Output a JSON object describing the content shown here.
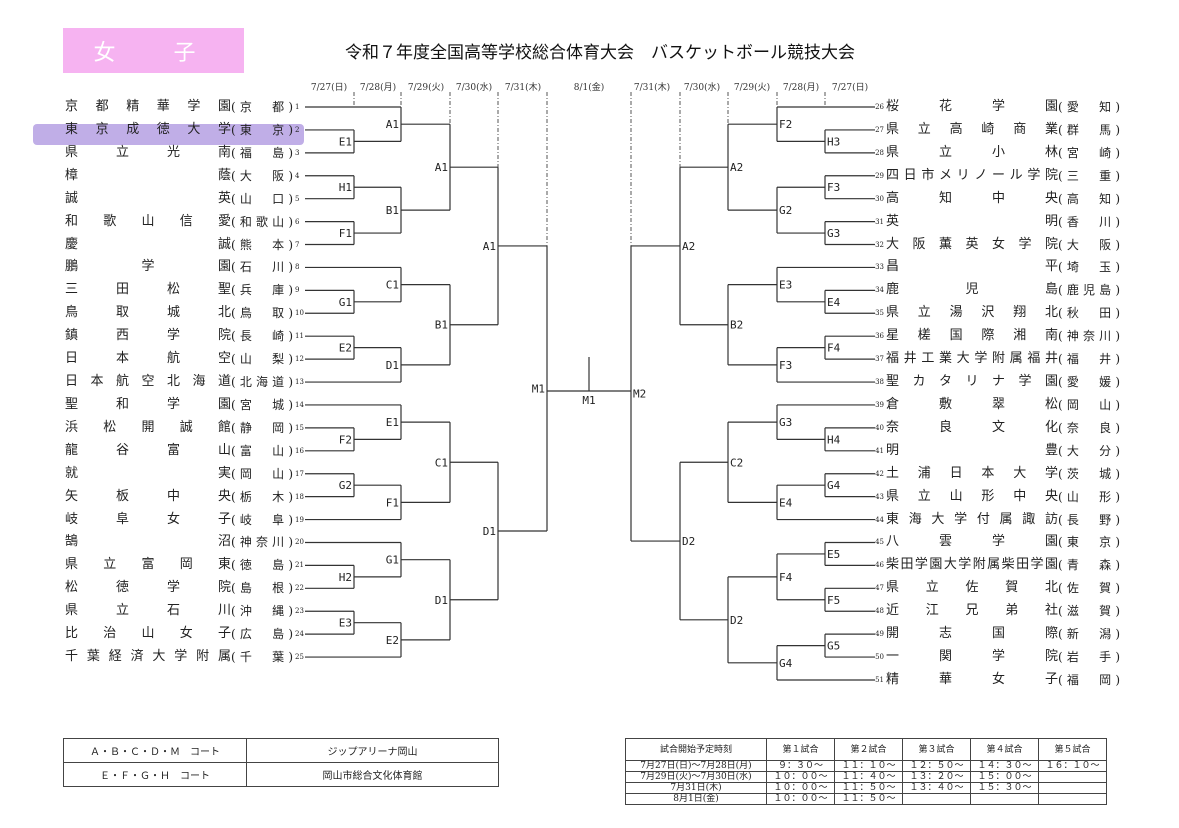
{
  "header": {
    "gender": "女　子",
    "title": "令和７年度全国高等学校総合体育大会　バスケットボール競技大会"
  },
  "dates_left": [
    "7/27(日)",
    "7/28(月)",
    "7/29(火)",
    "7/30(水)",
    "7/31(木)"
  ],
  "date_final": "8/1(金)",
  "dates_right": [
    "7/31(木)",
    "7/30(水)",
    "7/29(火)",
    "7/28(月)",
    "7/27(日)"
  ],
  "highlighted_team": 2,
  "teams_left": [
    {
      "no": "1",
      "name": "京都精華学園",
      "pref": "京　都"
    },
    {
      "no": "2",
      "name": "東京成徳大学",
      "pref": "東　京"
    },
    {
      "no": "3",
      "name": "県立光南",
      "pref": "福　島"
    },
    {
      "no": "4",
      "name": "樟　　　　　蔭",
      "pref": "大　阪"
    },
    {
      "no": "5",
      "name": "誠　　　　　英",
      "pref": "山　口"
    },
    {
      "no": "6",
      "name": "和歌山信愛",
      "pref": "和歌山"
    },
    {
      "no": "7",
      "name": "慶　　　　　誠",
      "pref": "熊　本"
    },
    {
      "no": "8",
      "name": "鵬　学　園",
      "pref": "石　川"
    },
    {
      "no": "9",
      "name": "三田松聖",
      "pref": "兵　庫"
    },
    {
      "no": "10",
      "name": "鳥取城北",
      "pref": "鳥　取"
    },
    {
      "no": "11",
      "name": "鎮西学院",
      "pref": "長　崎"
    },
    {
      "no": "12",
      "name": "日本航空",
      "pref": "山　梨"
    },
    {
      "no": "13",
      "name": "日本航空北海道",
      "pref": "北海道"
    },
    {
      "no": "14",
      "name": "聖和学園",
      "pref": "宮　城"
    },
    {
      "no": "15",
      "name": "浜松開誠館",
      "pref": "静　岡"
    },
    {
      "no": "16",
      "name": "龍谷富山",
      "pref": "富　山"
    },
    {
      "no": "17",
      "name": "就　　　　　実",
      "pref": "岡　山"
    },
    {
      "no": "18",
      "name": "矢板中央",
      "pref": "栃　木"
    },
    {
      "no": "19",
      "name": "岐阜女子",
      "pref": "岐　阜"
    },
    {
      "no": "20",
      "name": "鵠　　　　　沼",
      "pref": "神奈川"
    },
    {
      "no": "21",
      "name": "県立富岡東",
      "pref": "徳　島"
    },
    {
      "no": "22",
      "name": "松徳学院",
      "pref": "島　根"
    },
    {
      "no": "23",
      "name": "県立石川",
      "pref": "沖　縄"
    },
    {
      "no": "24",
      "name": "比治山女子",
      "pref": "広　島"
    },
    {
      "no": "25",
      "name": "千葉経済大学附属",
      "pref": "千　葉"
    }
  ],
  "teams_right": [
    {
      "no": "26",
      "name": "桜花学園",
      "pref": "愛　知"
    },
    {
      "no": "27",
      "name": "県立高崎商業",
      "pref": "群　馬"
    },
    {
      "no": "28",
      "name": "県立小林",
      "pref": "宮　崎"
    },
    {
      "no": "29",
      "name": "四日市メリノール学院",
      "pref": "三　重"
    },
    {
      "no": "30",
      "name": "高知中央",
      "pref": "高　知"
    },
    {
      "no": "31",
      "name": "英　　　　　明",
      "pref": "香　川"
    },
    {
      "no": "32",
      "name": "大阪薫英女学院",
      "pref": "大　阪"
    },
    {
      "no": "33",
      "name": "昌　　　　　平",
      "pref": "埼　玉"
    },
    {
      "no": "34",
      "name": "鹿　児　島",
      "pref": "鹿児島"
    },
    {
      "no": "35",
      "name": "県立湯沢翔北",
      "pref": "秋　田"
    },
    {
      "no": "36",
      "name": "星槎国際湘南",
      "pref": "神奈川"
    },
    {
      "no": "37",
      "name": "福井工業大学附属福井",
      "pref": "福　井"
    },
    {
      "no": "38",
      "name": "聖カタリナ学園",
      "pref": "愛　媛"
    },
    {
      "no": "39",
      "name": "倉敷翠松",
      "pref": "岡　山"
    },
    {
      "no": "40",
      "name": "奈良文化",
      "pref": "奈　良"
    },
    {
      "no": "41",
      "name": "明　　　　　豊",
      "pref": "大　分"
    },
    {
      "no": "42",
      "name": "土浦日本大学",
      "pref": "茨　城"
    },
    {
      "no": "43",
      "name": "県立山形中央",
      "pref": "山　形"
    },
    {
      "no": "44",
      "name": "東海大学付属諏訪",
      "pref": "長　野"
    },
    {
      "no": "45",
      "name": "八雲学園",
      "pref": "東　京"
    },
    {
      "no": "46",
      "name": "柴田学園大学附属柴田学園",
      "pref": "青　森"
    },
    {
      "no": "47",
      "name": "県立佐賀北",
      "pref": "佐　賀"
    },
    {
      "no": "48",
      "name": "近江兄弟社",
      "pref": "滋　賀"
    },
    {
      "no": "49",
      "name": "開志国際",
      "pref": "新　潟"
    },
    {
      "no": "50",
      "name": "一関学院",
      "pref": "岩　手"
    },
    {
      "no": "51",
      "name": "精華女子",
      "pref": "福　岡"
    }
  ],
  "bracket_left": {
    "m": "M1",
    "c": [
      {
        "m": "A1",
        "c": [
          {
            "m": "A1",
            "c": [
              {
                "m": "A1",
                "c": [
                  1,
                  {
                    "m": "E1",
                    "c": [
                      2,
                      3
                    ]
                  }
                ]
              },
              {
                "m": "B1",
                "c": [
                  {
                    "m": "H1",
                    "c": [
                      4,
                      5
                    ]
                  },
                  {
                    "m": "F1",
                    "c": [
                      6,
                      7
                    ]
                  }
                ]
              }
            ]
          },
          {
            "m": "B1",
            "c": [
              {
                "m": "C1",
                "c": [
                  8,
                  {
                    "m": "G1",
                    "c": [
                      9,
                      10
                    ]
                  }
                ]
              },
              {
                "m": "D1",
                "c": [
                  {
                    "m": "E2",
                    "c": [
                      11,
                      12
                    ]
                  },
                  13
                ]
              }
            ]
          }
        ]
      },
      {
        "m": "D1",
        "c": [
          {
            "m": "C1",
            "c": [
              {
                "m": "E1",
                "c": [
                  14,
                  {
                    "m": "F2",
                    "c": [
                      15,
                      16
                    ]
                  }
                ]
              },
              {
                "m": "F1",
                "c": [
                  {
                    "m": "G2",
                    "c": [
                      17,
                      18
                    ]
                  },
                  19
                ]
              }
            ]
          },
          {
            "m": "D1",
            "c": [
              {
                "m": "G1",
                "c": [
                  20,
                  {
                    "m": "H2",
                    "c": [
                      21,
                      22
                    ]
                  }
                ]
              },
              {
                "m": "E2",
                "c": [
                  {
                    "m": "E3",
                    "c": [
                      23,
                      24
                    ]
                  },
                  25
                ]
              }
            ]
          }
        ]
      }
    ]
  },
  "bracket_right": {
    "m": "M2",
    "c": [
      {
        "m": "A2",
        "c": [
          {
            "m": "A2",
            "c": [
              {
                "m": "F2",
                "c": [
                  26,
                  {
                    "m": "H3",
                    "c": [
                      27,
                      28
                    ]
                  }
                ]
              },
              {
                "m": "G2",
                "c": [
                  {
                    "m": "F3",
                    "c": [
                      29,
                      30
                    ]
                  },
                  {
                    "m": "G3",
                    "c": [
                      31,
                      32
                    ]
                  }
                ]
              }
            ]
          },
          {
            "m": "B2",
            "c": [
              {
                "m": "E3",
                "c": [
                  33,
                  {
                    "m": "E4",
                    "c": [
                      34,
                      35
                    ]
                  }
                ]
              },
              {
                "m": "F3",
                "c": [
                  {
                    "m": "F4",
                    "c": [
                      36,
                      37
                    ]
                  },
                  38
                ]
              }
            ]
          }
        ]
      },
      {
        "m": "D2",
        "c": [
          {
            "m": "C2",
            "c": [
              {
                "m": "G3",
                "c": [
                  39,
                  {
                    "m": "H4",
                    "c": [
                      40,
                      41
                    ]
                  }
                ]
              },
              {
                "m": "E4",
                "c": [
                  {
                    "m": "G4",
                    "c": [
                      42,
                      43
                    ]
                  },
                  44
                ]
              }
            ]
          },
          {
            "m": "D2",
            "c": [
              {
                "m": "F4",
                "c": [
                  {
                    "m": "E5",
                    "c": [
                      45,
                      46
                    ]
                  },
                  {
                    "m": "F5",
                    "c": [
                      47,
                      48
                    ]
                  }
                ]
              },
              {
                "m": "G4",
                "c": [
                  {
                    "m": "G5",
                    "c": [
                      49,
                      50
                    ]
                  },
                  51
                ]
              }
            ]
          }
        ]
      }
    ]
  },
  "final_label": "M1",
  "courts": [
    {
      "courts": "Ａ・Ｂ・Ｃ・Ｄ・Ｍ　コート",
      "venue": "ジップアリーナ岡山"
    },
    {
      "courts": "Ｅ・Ｆ・Ｇ・Ｈ　コート",
      "venue": "岡山市総合文化体育館"
    }
  ],
  "schedule": {
    "header": [
      "試合開始予定時刻",
      "第１試合",
      "第２試合",
      "第３試合",
      "第４試合",
      "第５試合"
    ],
    "rows": [
      [
        "7月27日(日)～7月28日(月)",
        "９：３０～",
        "１１：１０～",
        "１２：５０～",
        "１４：３０～",
        "１６：１０～"
      ],
      [
        "7月29日(火)～7月30日(水)",
        "１０：００～",
        "１１：４０～",
        "１３：２０～",
        "１５：００～",
        ""
      ],
      [
        "7月31日(木)",
        "１０：００～",
        "１１：５０～",
        "１３：４０～",
        "１５：３０～",
        ""
      ],
      [
        "8月1日(金)",
        "１０：００～",
        "１１：５０～",
        "",
        "",
        ""
      ]
    ]
  }
}
